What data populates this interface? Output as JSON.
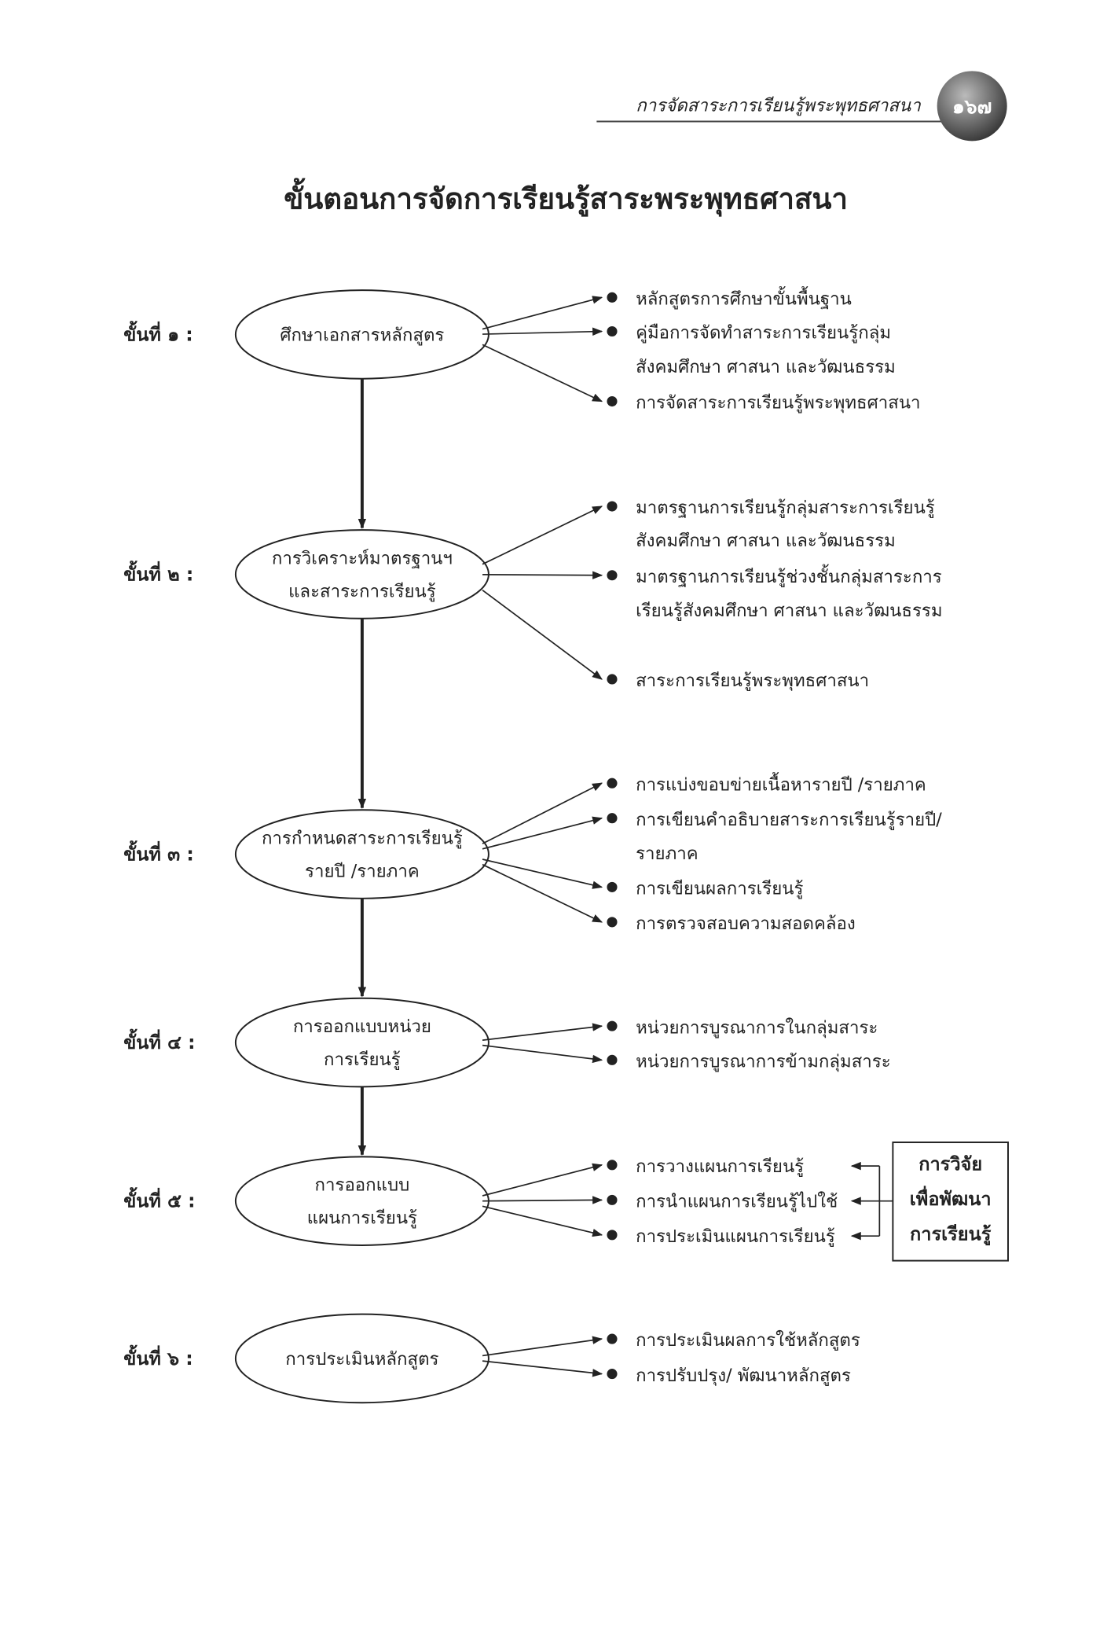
{
  "header": {
    "running_title": "การจัดสาระการเรียนรู้พระพุทธศาสนา",
    "page_number": "๑๖๗"
  },
  "title": "ขั้นตอนการจัดการเรียนรู้สาระพระพุทธศาสนา",
  "steps": [
    {
      "label": "ขั้นที่ ๑ :",
      "oval": [
        "ศึกษาเอกสารหลักสูตร"
      ],
      "items": [
        [
          "หลักสูตรการศึกษาขั้นพื้นฐาน"
        ],
        [
          "คู่มือการจัดทำสาระการเรียนรู้กลุ่ม",
          "สังคมศึกษา ศาสนา และวัฒนธรรม"
        ],
        [
          "การจัดสาระการเรียนรู้พระพุทธศาสนา"
        ]
      ]
    },
    {
      "label": "ขั้นที่ ๒ :",
      "oval": [
        "การวิเคราะห์มาตรฐานฯ",
        "และสาระการเรียนรู้"
      ],
      "items": [
        [
          "มาตรฐานการเรียนรู้กลุ่มสาระการเรียนรู้",
          "สังคมศึกษา ศาสนา และวัฒนธรรม"
        ],
        [
          "มาตรฐานการเรียนรู้ช่วงชั้นกลุ่มสาระการ",
          "เรียนรู้สังคมศึกษา ศาสนา และวัฒนธรรม"
        ],
        [
          "สาระการเรียนรู้พระพุทธศาสนา"
        ]
      ]
    },
    {
      "label": "ขั้นที่ ๓ :",
      "oval": [
        "การกำหนดสาระการเรียนรู้",
        "รายปี /รายภาค"
      ],
      "items": [
        [
          "การแบ่งขอบข่ายเนื้อหารายปี /รายภาค"
        ],
        [
          "การเขียนคำอธิบายสาระการเรียนรู้รายปี/",
          "รายภาค"
        ],
        [
          "การเขียนผลการเรียนรู้"
        ],
        [
          "การตรวจสอบความสอดคล้อง"
        ]
      ]
    },
    {
      "label": "ขั้นที่ ๔ :",
      "oval": [
        "การออกแบบหน่วย",
        "การเรียนรู้"
      ],
      "items": [
        [
          "หน่วยการบูรณาการในกลุ่มสาระ"
        ],
        [
          "หน่วยการบูรณาการข้ามกลุ่มสาระ"
        ]
      ]
    },
    {
      "label": "ขั้นที่ ๕ :",
      "oval": [
        "การออกแบบ",
        "แผนการเรียนรู้"
      ],
      "items": [
        [
          "การวางแผนการเรียนรู้"
        ],
        [
          "การนำแผนการเรียนรู้ไปใช้"
        ],
        [
          "การประเมินแผนการเรียนรู้"
        ]
      ]
    },
    {
      "label": "ขั้นที่ ๖ :",
      "oval": [
        "การประเมินหลักสูตร"
      ],
      "items": [
        [
          "การประเมินผลการใช้หลักสูตร"
        ],
        [
          "การปรับปรุง/ พัฒนาหลักสูตร"
        ]
      ]
    }
  ],
  "research_box": [
    "การวิจัย",
    "เพื่อพัฒนา",
    "การเรียนรู้"
  ],
  "colors": {
    "ink": "#222222",
    "badge": "#555555"
  }
}
